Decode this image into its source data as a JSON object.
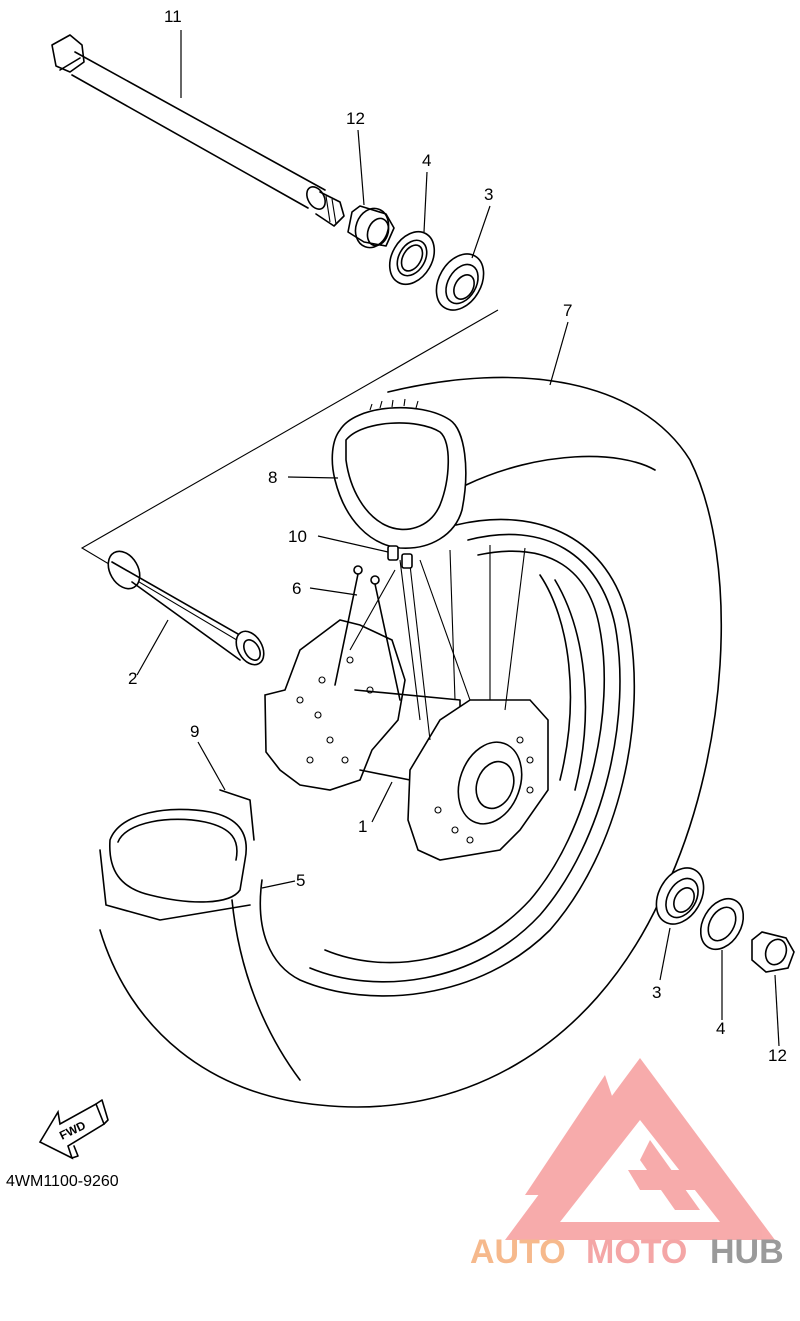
{
  "diagram": {
    "drawing_code": "4WM1100-9260",
    "direction_arrow": "FWD",
    "callouts": {
      "c1": "1",
      "c2": "2",
      "c3_top": "3",
      "c3_bottom": "3",
      "c4_top": "4",
      "c4_bottom": "4",
      "c5": "5",
      "c6": "6",
      "c7": "7",
      "c8": "8",
      "c9": "9",
      "c10": "10",
      "c11": "11",
      "c12_top": "12",
      "c12_bottom": "12"
    }
  },
  "watermark": {
    "text_part1": "AUTO",
    "text_part2": "MOTO",
    "text_part3": "HUB",
    "color_light": "#f7b98a",
    "color_red": "#f4a3a3",
    "color_gray": "#9a9a9a"
  }
}
